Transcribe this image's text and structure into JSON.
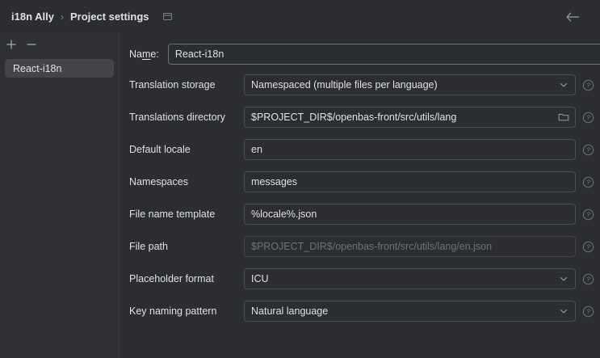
{
  "header": {
    "breadcrumb": [
      {
        "label": "i18n Ally"
      },
      {
        "label": "Project settings"
      }
    ],
    "separator": "›",
    "panel_icon": "panel-window-icon",
    "back_icon": "arrow-left-icon"
  },
  "sidebar": {
    "toolbar": {
      "add_label": "+",
      "add_icon": "plus-icon",
      "remove_label": "−",
      "remove_icon": "minus-icon"
    },
    "items": [
      {
        "label": "React-i18n",
        "selected": true
      }
    ]
  },
  "form": {
    "name": {
      "label_pre": "Na",
      "label_mnemonic": "m",
      "label_post": "e:",
      "value": "React-i18n",
      "focused": true
    },
    "rows": [
      {
        "label": "Translation storage",
        "value": "Namespaced (multiple files per language)",
        "type": "dropdown",
        "trail_icon": "chevron-down-icon",
        "help": true,
        "disabled": false
      },
      {
        "label": "Translations directory",
        "value": "$PROJECT_DIR$/openbas-front/src/utils/lang",
        "type": "text",
        "trail_icon": "folder-icon",
        "help": true,
        "disabled": false
      },
      {
        "label": "Default locale",
        "value": "en",
        "type": "text",
        "trail_icon": "",
        "help": true,
        "disabled": false
      },
      {
        "label": "Namespaces",
        "value": "messages",
        "type": "text",
        "trail_icon": "",
        "help": true,
        "disabled": false
      },
      {
        "label": "File name template",
        "value": "%locale%.json",
        "type": "text",
        "trail_icon": "",
        "help": true,
        "disabled": false
      },
      {
        "label": "File path",
        "value": "$PROJECT_DIR$/openbas-front/src/utils/lang/en.json",
        "type": "text",
        "trail_icon": "",
        "help": true,
        "disabled": true
      },
      {
        "label": "Placeholder format",
        "value": "ICU",
        "type": "dropdown",
        "trail_icon": "chevron-down-icon",
        "help": true,
        "disabled": false
      },
      {
        "label": "Key naming pattern",
        "value": "Natural language",
        "type": "dropdown",
        "trail_icon": "chevron-down-icon",
        "help": true,
        "disabled": false
      }
    ],
    "help_icon": "help-circle-icon"
  },
  "colors": {
    "window_bg": "#2b2d30",
    "sidebar_bg": "#2f3033",
    "selection_bg": "#43454a",
    "border": "#4b4f56",
    "text": "#dfe1e5",
    "text_disabled": "#6f737a"
  }
}
